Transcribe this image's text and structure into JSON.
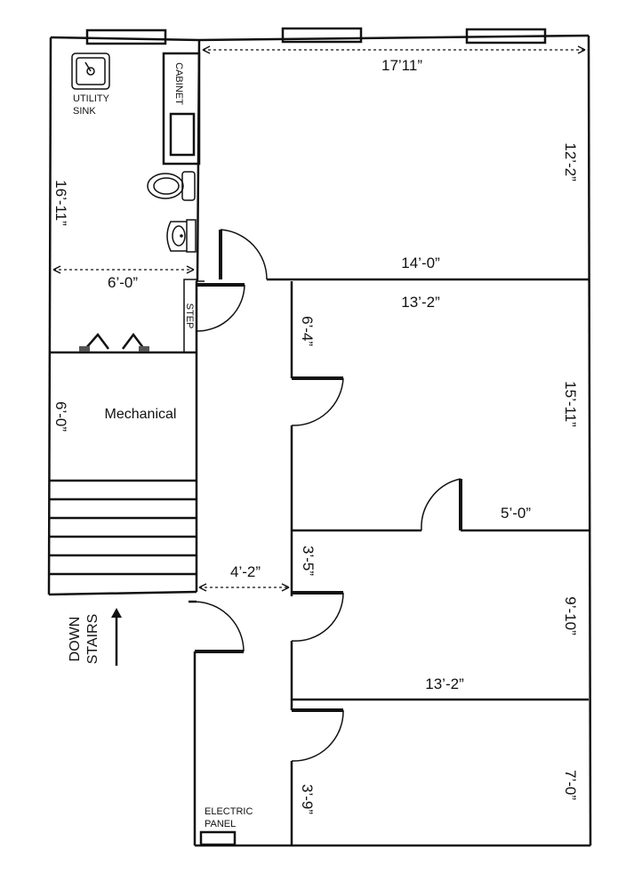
{
  "dimensions": {
    "top_width": "17’11”",
    "utility_height": "16’-11”",
    "utility_width": "6’-0”",
    "room1_height": "12’-2”",
    "room1_width": "14’-0”",
    "room2_width": "13’-2”",
    "room2_door_offset": "6’-4”",
    "room2_height": "15’-11”",
    "closet_width": "5’-0”",
    "mechanical_height": "6’-0”",
    "hall_width": "4’-2”",
    "room3_door_offset": "3’-5”",
    "room3_height": "9’-10”",
    "room3_width": "13’-2”",
    "room4_height": "7’-0”",
    "room4_door_offset": "3’-9”"
  },
  "labels": {
    "cabinet": "CABINET",
    "utility_line1": "UTILITY",
    "utility_line2": "SINK",
    "step": "STEP",
    "mechanical": "Mechanical",
    "down": "DOWN",
    "stairs": "STAIRS",
    "electric_line1": "ELECTRIC",
    "electric_line2": "PANEL"
  },
  "icons": [
    "utility-sink-icon",
    "toilet-icon",
    "bathroom-sink-icon",
    "stairs-up-arrow-icon"
  ]
}
